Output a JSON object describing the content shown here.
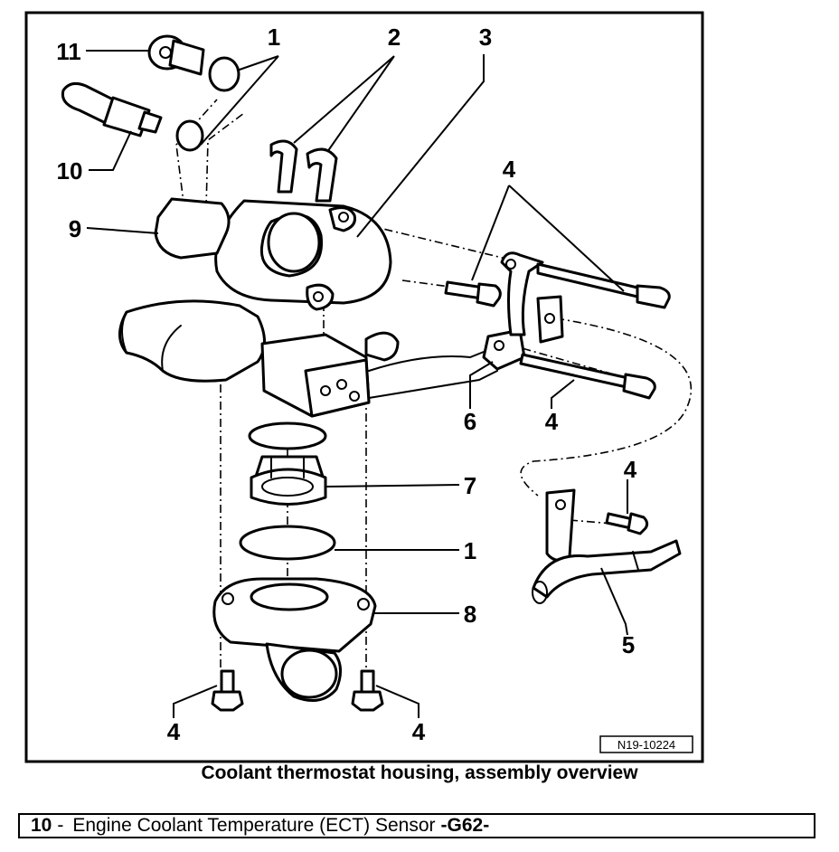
{
  "diagram": {
    "reference_code": "N19-10224",
    "callouts": [
      "1",
      "2",
      "3",
      "4",
      "4",
      "4",
      "4",
      "4",
      "6",
      "4",
      "7",
      "1",
      "8",
      "5",
      "9",
      "10",
      "11"
    ],
    "caption": "Coolant thermostat housing, assembly overview"
  },
  "footer": {
    "item_number": "10",
    "separator": "-",
    "description": "Engine Coolant Temperature (ECT) Sensor",
    "part_code": "-G62-"
  }
}
